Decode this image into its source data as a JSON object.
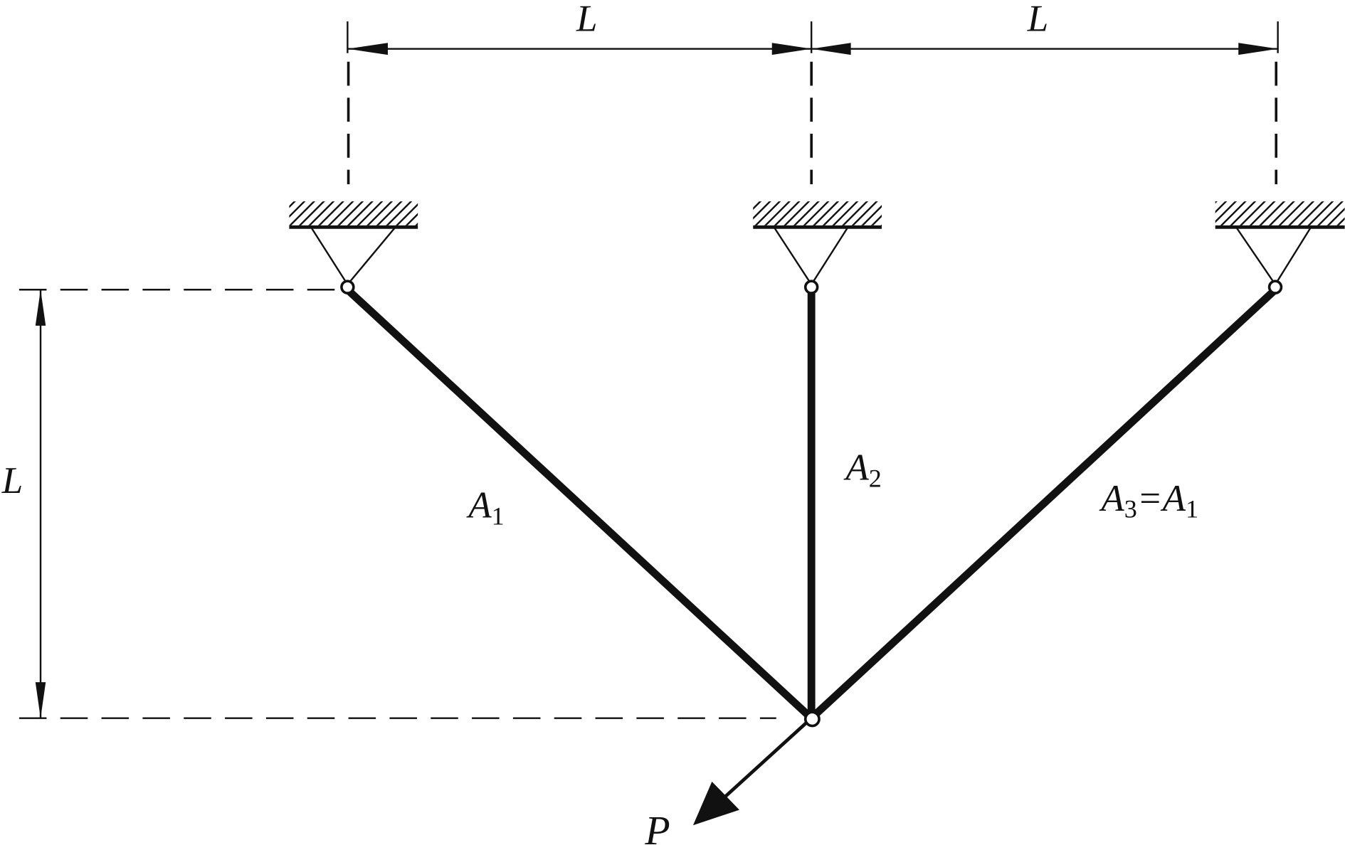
{
  "dimensions": {
    "top_left_label": "L",
    "top_right_label": "L",
    "left_vertical_label": "L"
  },
  "bars": [
    {
      "name": "A",
      "sub": "1",
      "suffix": ""
    },
    {
      "name": "A",
      "sub": "2",
      "suffix": ""
    },
    {
      "name": "A",
      "sub": "3",
      "suffix": "=A",
      "suffix_sub": "1"
    }
  ],
  "load": {
    "label": "P"
  },
  "colors": {
    "ink": "#111111",
    "background": "#ffffff"
  }
}
